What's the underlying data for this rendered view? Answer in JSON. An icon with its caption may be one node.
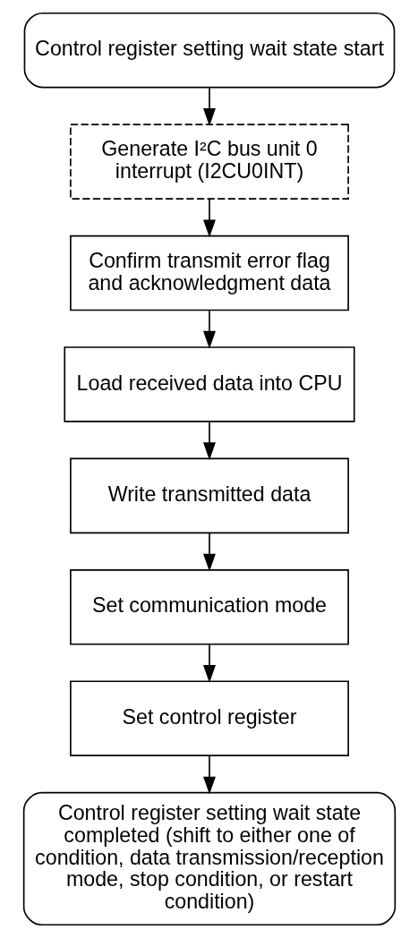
{
  "diagram": {
    "nodes": [
      {
        "text": [
          "Control register setting wait state start"
        ]
      },
      {
        "text": [
          "Generate I²C bus unit 0 interrupt (I2CU0INT)"
        ]
      },
      {
        "text": [
          "Confirm transmit error flag and acknowledgment data"
        ]
      },
      {
        "text": [
          "Load received data into CPU"
        ]
      },
      {
        "text": [
          "Write transmitted data"
        ]
      },
      {
        "text": [
          "Set communication mode"
        ]
      },
      {
        "text": [
          "Set control register"
        ]
      },
      {
        "text": [
          "Control register setting wait state completed (shift to either one of condition, data transmission/reception mode, stop condition, or restart condition)"
        ]
      }
    ],
    "edges": [
      {
        "from": 0,
        "to": 1,
        "arrow": "to"
      },
      {
        "from": 1,
        "to": 2,
        "arrow": "to"
      },
      {
        "from": 2,
        "to": 3,
        "arrow": "to"
      },
      {
        "from": 3,
        "to": 4,
        "arrow": "to"
      },
      {
        "from": 4,
        "to": 5,
        "arrow": "to"
      },
      {
        "from": 5,
        "to": 6,
        "arrow": "to"
      },
      {
        "from": 6,
        "to": 7,
        "arrow": "to"
      }
    ]
  }
}
